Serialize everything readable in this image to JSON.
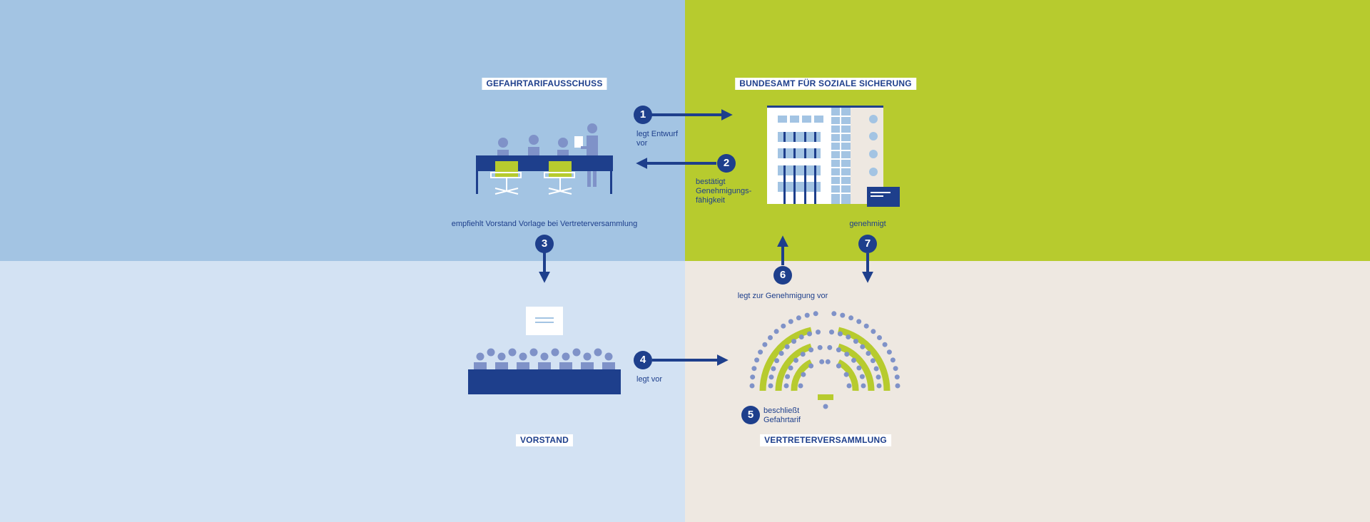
{
  "colors": {
    "navy": "#1e3f8c",
    "lime": "#b7cb2e",
    "sky": "#a3c4e3",
    "pale_blue": "#d3e2f3",
    "beige": "#eee8e1",
    "person": "#7f92c8"
  },
  "labels": {
    "committee": "GEFAHRTARIFAUSSCHUSS",
    "office": "BUNDESAMT FÜR SOZIALE SICHERUNG",
    "board": "VORSTAND",
    "assembly": "VERTRETERVERSAMMLUNG"
  },
  "steps": [
    {
      "num": "1",
      "line1": "legt Entwurf",
      "line2": "vor",
      "line3": ""
    },
    {
      "num": "2",
      "line1": "bestätigt",
      "line2": "Genehmigungs-",
      "line3": "fähigkeit"
    },
    {
      "num": "3",
      "line1": "empfiehlt Vorstand Vorlage bei Vertreterversammlung",
      "line2": "",
      "line3": ""
    },
    {
      "num": "4",
      "line1": "legt vor",
      "line2": "",
      "line3": ""
    },
    {
      "num": "5",
      "line1": "beschließt",
      "line2": "Gefahrtarif",
      "line3": ""
    },
    {
      "num": "6",
      "line1": "legt zur Genehmigung vor",
      "line2": "",
      "line3": ""
    },
    {
      "num": "7",
      "line1": "genehmigt",
      "line2": "",
      "line3": ""
    }
  ],
  "icons": {
    "committee": "committee-meeting-icon",
    "office": "office-building-icon",
    "board": "board-table-icon",
    "assembly": "parliament-hemicycle-icon"
  }
}
